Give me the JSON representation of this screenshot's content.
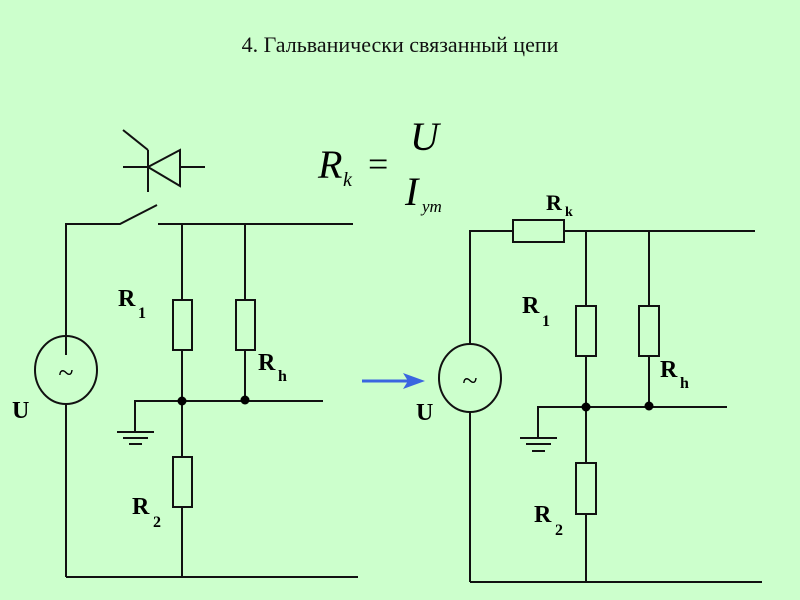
{
  "title": "4. Гальванически связанный цепи",
  "formula": {
    "lhs_main": "R",
    "lhs_sub": "k",
    "equals": "=",
    "numerator": "U",
    "denominator_main": "I",
    "denominator_sub": "ут"
  },
  "left_circuit": {
    "source_label": "U",
    "source_symbol": "~",
    "r1_main": "R",
    "r1_sub": "1",
    "rh_main": "R",
    "rh_sub": "h",
    "r2_main": "R",
    "r2_sub": "2"
  },
  "right_circuit": {
    "source_label": "U",
    "source_symbol": "~",
    "rk_main": "R",
    "rk_sub": "k",
    "r1_main": "R",
    "r1_sub": "1",
    "rh_main": "R",
    "rh_sub": "h",
    "r2_main": "R",
    "r2_sub": "2"
  },
  "colors": {
    "background": "#ccffcc",
    "arrow": "#3a66e0"
  }
}
